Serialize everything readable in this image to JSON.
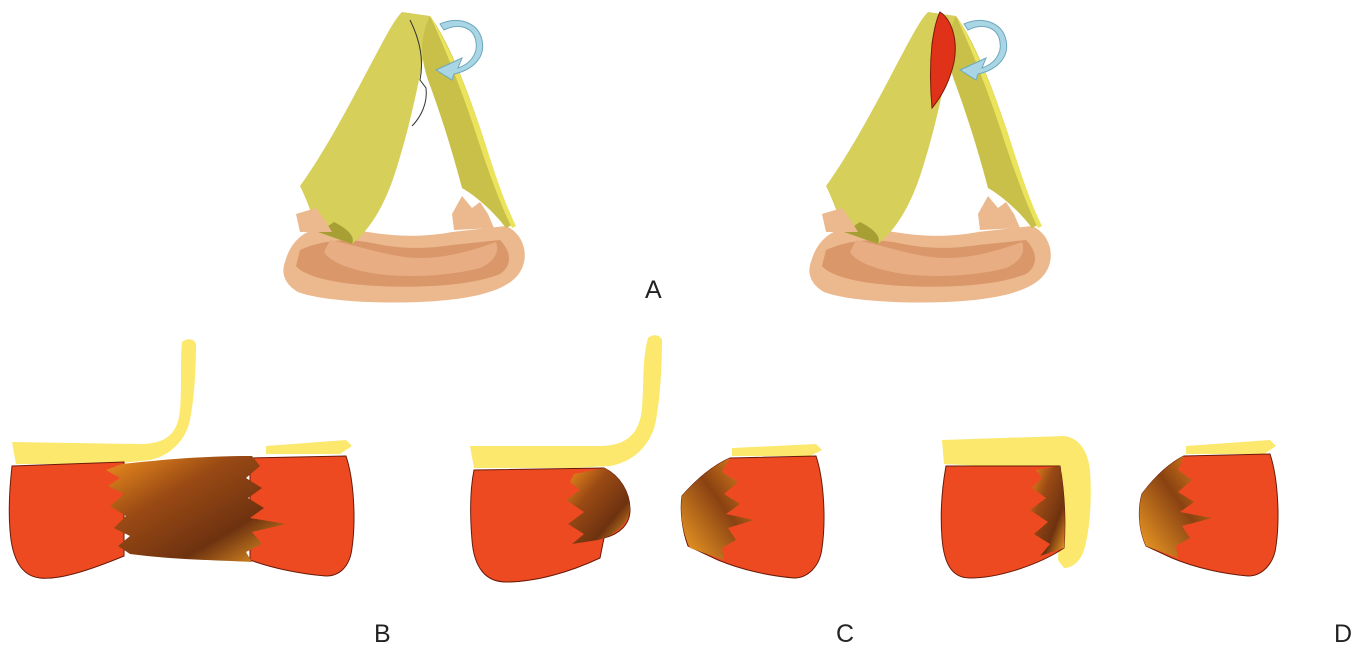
{
  "labels": {
    "a": "A",
    "b": "B",
    "c": "C",
    "d": "D"
  },
  "colors": {
    "leaflet_yellow": "#d6cf5a",
    "leaflet_shadow": "#b0a83a",
    "leaflet_rim": "#ebe35c",
    "annulus_peach": "#ecb88d",
    "annulus_shadow": "#d08b61",
    "muscle_red": "#ee4a22",
    "fibrous_dark": "#7a3a12",
    "fibrous_orange": "#f29024",
    "flap_yellow": "#fbe86d",
    "arrow_blue": "#a9d5e4",
    "incision_red": "#e03218"
  }
}
